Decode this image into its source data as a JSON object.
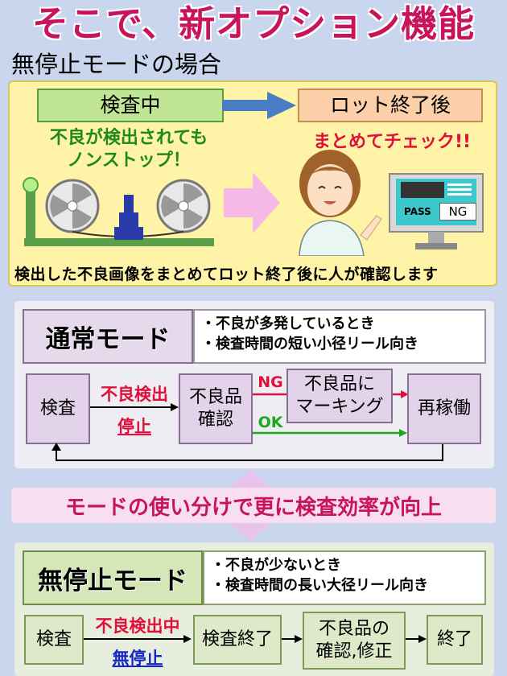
{
  "title": "そこで、新オプション機能",
  "subtitle": "無停止モードの場合",
  "top": {
    "inspecting_label": "検査中",
    "after_lot_label": "ロット終了後",
    "nonstop_text_1": "不良が検出されても",
    "nonstop_text_2": "ノンストップ！",
    "check_text": "まとめてチェック!!",
    "monitor_pass": "PASS",
    "monitor_ng": "NG",
    "caption": "検出した不良画像をまとめてロット終了後に人が確認します"
  },
  "normal": {
    "mode_label": "通常モード",
    "desc_1": "・不良が多発しているとき",
    "desc_2": "・検査時間の短い小径リール向き",
    "inspect": "検査",
    "defect_detect": "不良検出",
    "stop": "停止",
    "defect_confirm_1": "不良品",
    "defect_confirm_2": "確認",
    "ng": "NG",
    "ok": "OK",
    "marking_1": "不良品に",
    "marking_2": "マーキング",
    "restart": "再稼働"
  },
  "banner": "モードの使い分けで更に検査効率が向上",
  "nonstop": {
    "mode_label": "無停止モード",
    "desc_1": "・不良が少ないとき",
    "desc_2": "・検査時間の長い大径リール向き",
    "inspect": "検査",
    "defect_detecting": "不良検出中",
    "no_stop": "無停止",
    "inspect_end": "検査終了",
    "confirm_1": "不良品の",
    "confirm_2": "確認,修正",
    "end": "終了"
  },
  "colors": {
    "accent": "#c8145a",
    "green_text": "#1e8a1e",
    "red_text": "#e0103a",
    "blue_text": "#1428c8"
  }
}
